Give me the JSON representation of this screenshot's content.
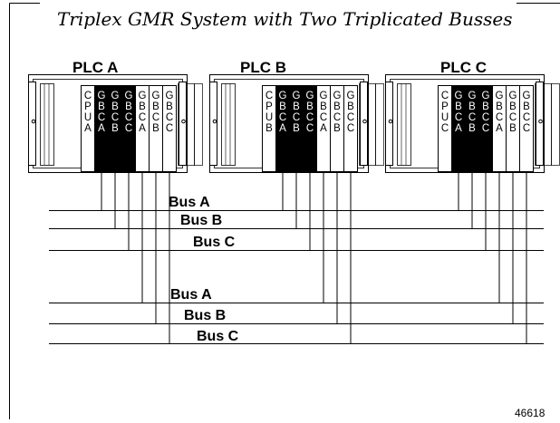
{
  "title": "Triplex GMR System with Two Triplicated Busses",
  "figure_number": "46618",
  "plcs": [
    {
      "label": "PLC A",
      "slots": [
        {
          "lines": [
            "C",
            "P",
            "U",
            "A"
          ],
          "dark": false
        },
        {
          "lines": [
            "G",
            "B",
            "C",
            "A"
          ],
          "dark": true
        },
        {
          "lines": [
            "G",
            "B",
            "C",
            "B"
          ],
          "dark": true
        },
        {
          "lines": [
            "G",
            "B",
            "C",
            "C"
          ],
          "dark": true
        },
        {
          "lines": [
            "G",
            "B",
            "C",
            "A"
          ],
          "dark": false
        },
        {
          "lines": [
            "G",
            "B",
            "C",
            "B"
          ],
          "dark": false
        },
        {
          "lines": [
            "G",
            "B",
            "C",
            "C"
          ],
          "dark": false
        }
      ]
    },
    {
      "label": "PLC B",
      "slots": [
        {
          "lines": [
            "C",
            "P",
            "U",
            "B"
          ],
          "dark": false
        },
        {
          "lines": [
            "G",
            "B",
            "C",
            "A"
          ],
          "dark": true
        },
        {
          "lines": [
            "G",
            "B",
            "C",
            "B"
          ],
          "dark": true
        },
        {
          "lines": [
            "G",
            "B",
            "C",
            "C"
          ],
          "dark": true
        },
        {
          "lines": [
            "G",
            "B",
            "C",
            "A"
          ],
          "dark": false
        },
        {
          "lines": [
            "G",
            "B",
            "C",
            "B"
          ],
          "dark": false
        },
        {
          "lines": [
            "G",
            "B",
            "C",
            "C"
          ],
          "dark": false
        }
      ]
    },
    {
      "label": "PLC C",
      "slots": [
        {
          "lines": [
            "C",
            "P",
            "U",
            "C"
          ],
          "dark": false
        },
        {
          "lines": [
            "G",
            "B",
            "C",
            "A"
          ],
          "dark": true
        },
        {
          "lines": [
            "G",
            "B",
            "C",
            "B"
          ],
          "dark": true
        },
        {
          "lines": [
            "G",
            "B",
            "C",
            "C"
          ],
          "dark": true
        },
        {
          "lines": [
            "G",
            "B",
            "C",
            "A"
          ],
          "dark": false
        },
        {
          "lines": [
            "G",
            "B",
            "C",
            "B"
          ],
          "dark": false
        },
        {
          "lines": [
            "G",
            "B",
            "C",
            "C"
          ],
          "dark": false
        }
      ]
    }
  ],
  "bus_groups": [
    {
      "buses": [
        "Bus A",
        "Bus B",
        "Bus C"
      ]
    },
    {
      "buses": [
        "Bus A",
        "Bus B",
        "Bus C"
      ]
    }
  ]
}
